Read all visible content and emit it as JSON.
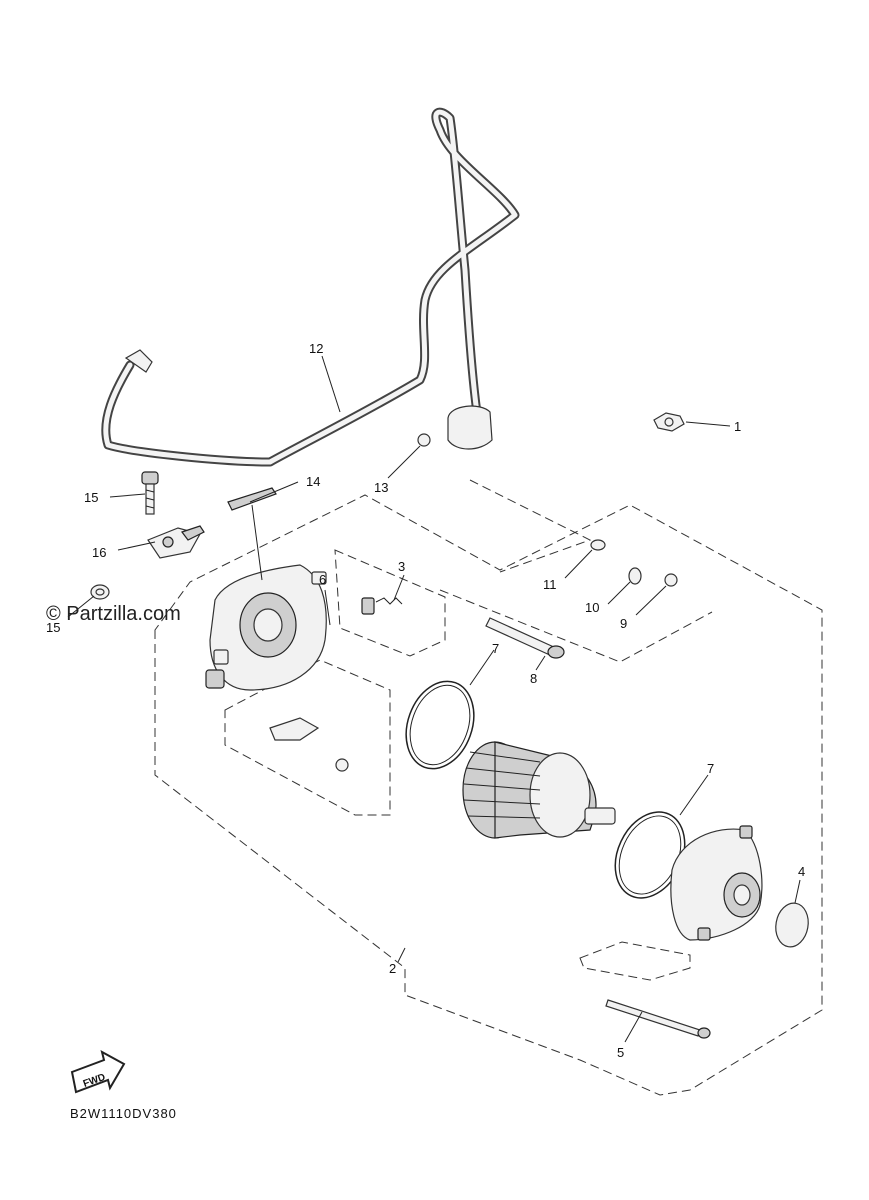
{
  "callouts": {
    "c1": "1",
    "c2": "2",
    "c3": "3",
    "c4": "4",
    "c5": "5",
    "c6": "6",
    "c7a": "7",
    "c7b": "7",
    "c8": "8",
    "c9": "9",
    "c10": "10",
    "c11": "11",
    "c12": "12",
    "c13": "13",
    "c14": "14",
    "c15a": "15",
    "c15b": "15",
    "c16": "16"
  },
  "watermark": "© Partzilla.com",
  "fwd_badge": "FWD",
  "diagram_code": "B2W1110DV380",
  "colors": {
    "line": "#333333",
    "background": "#ffffff"
  }
}
